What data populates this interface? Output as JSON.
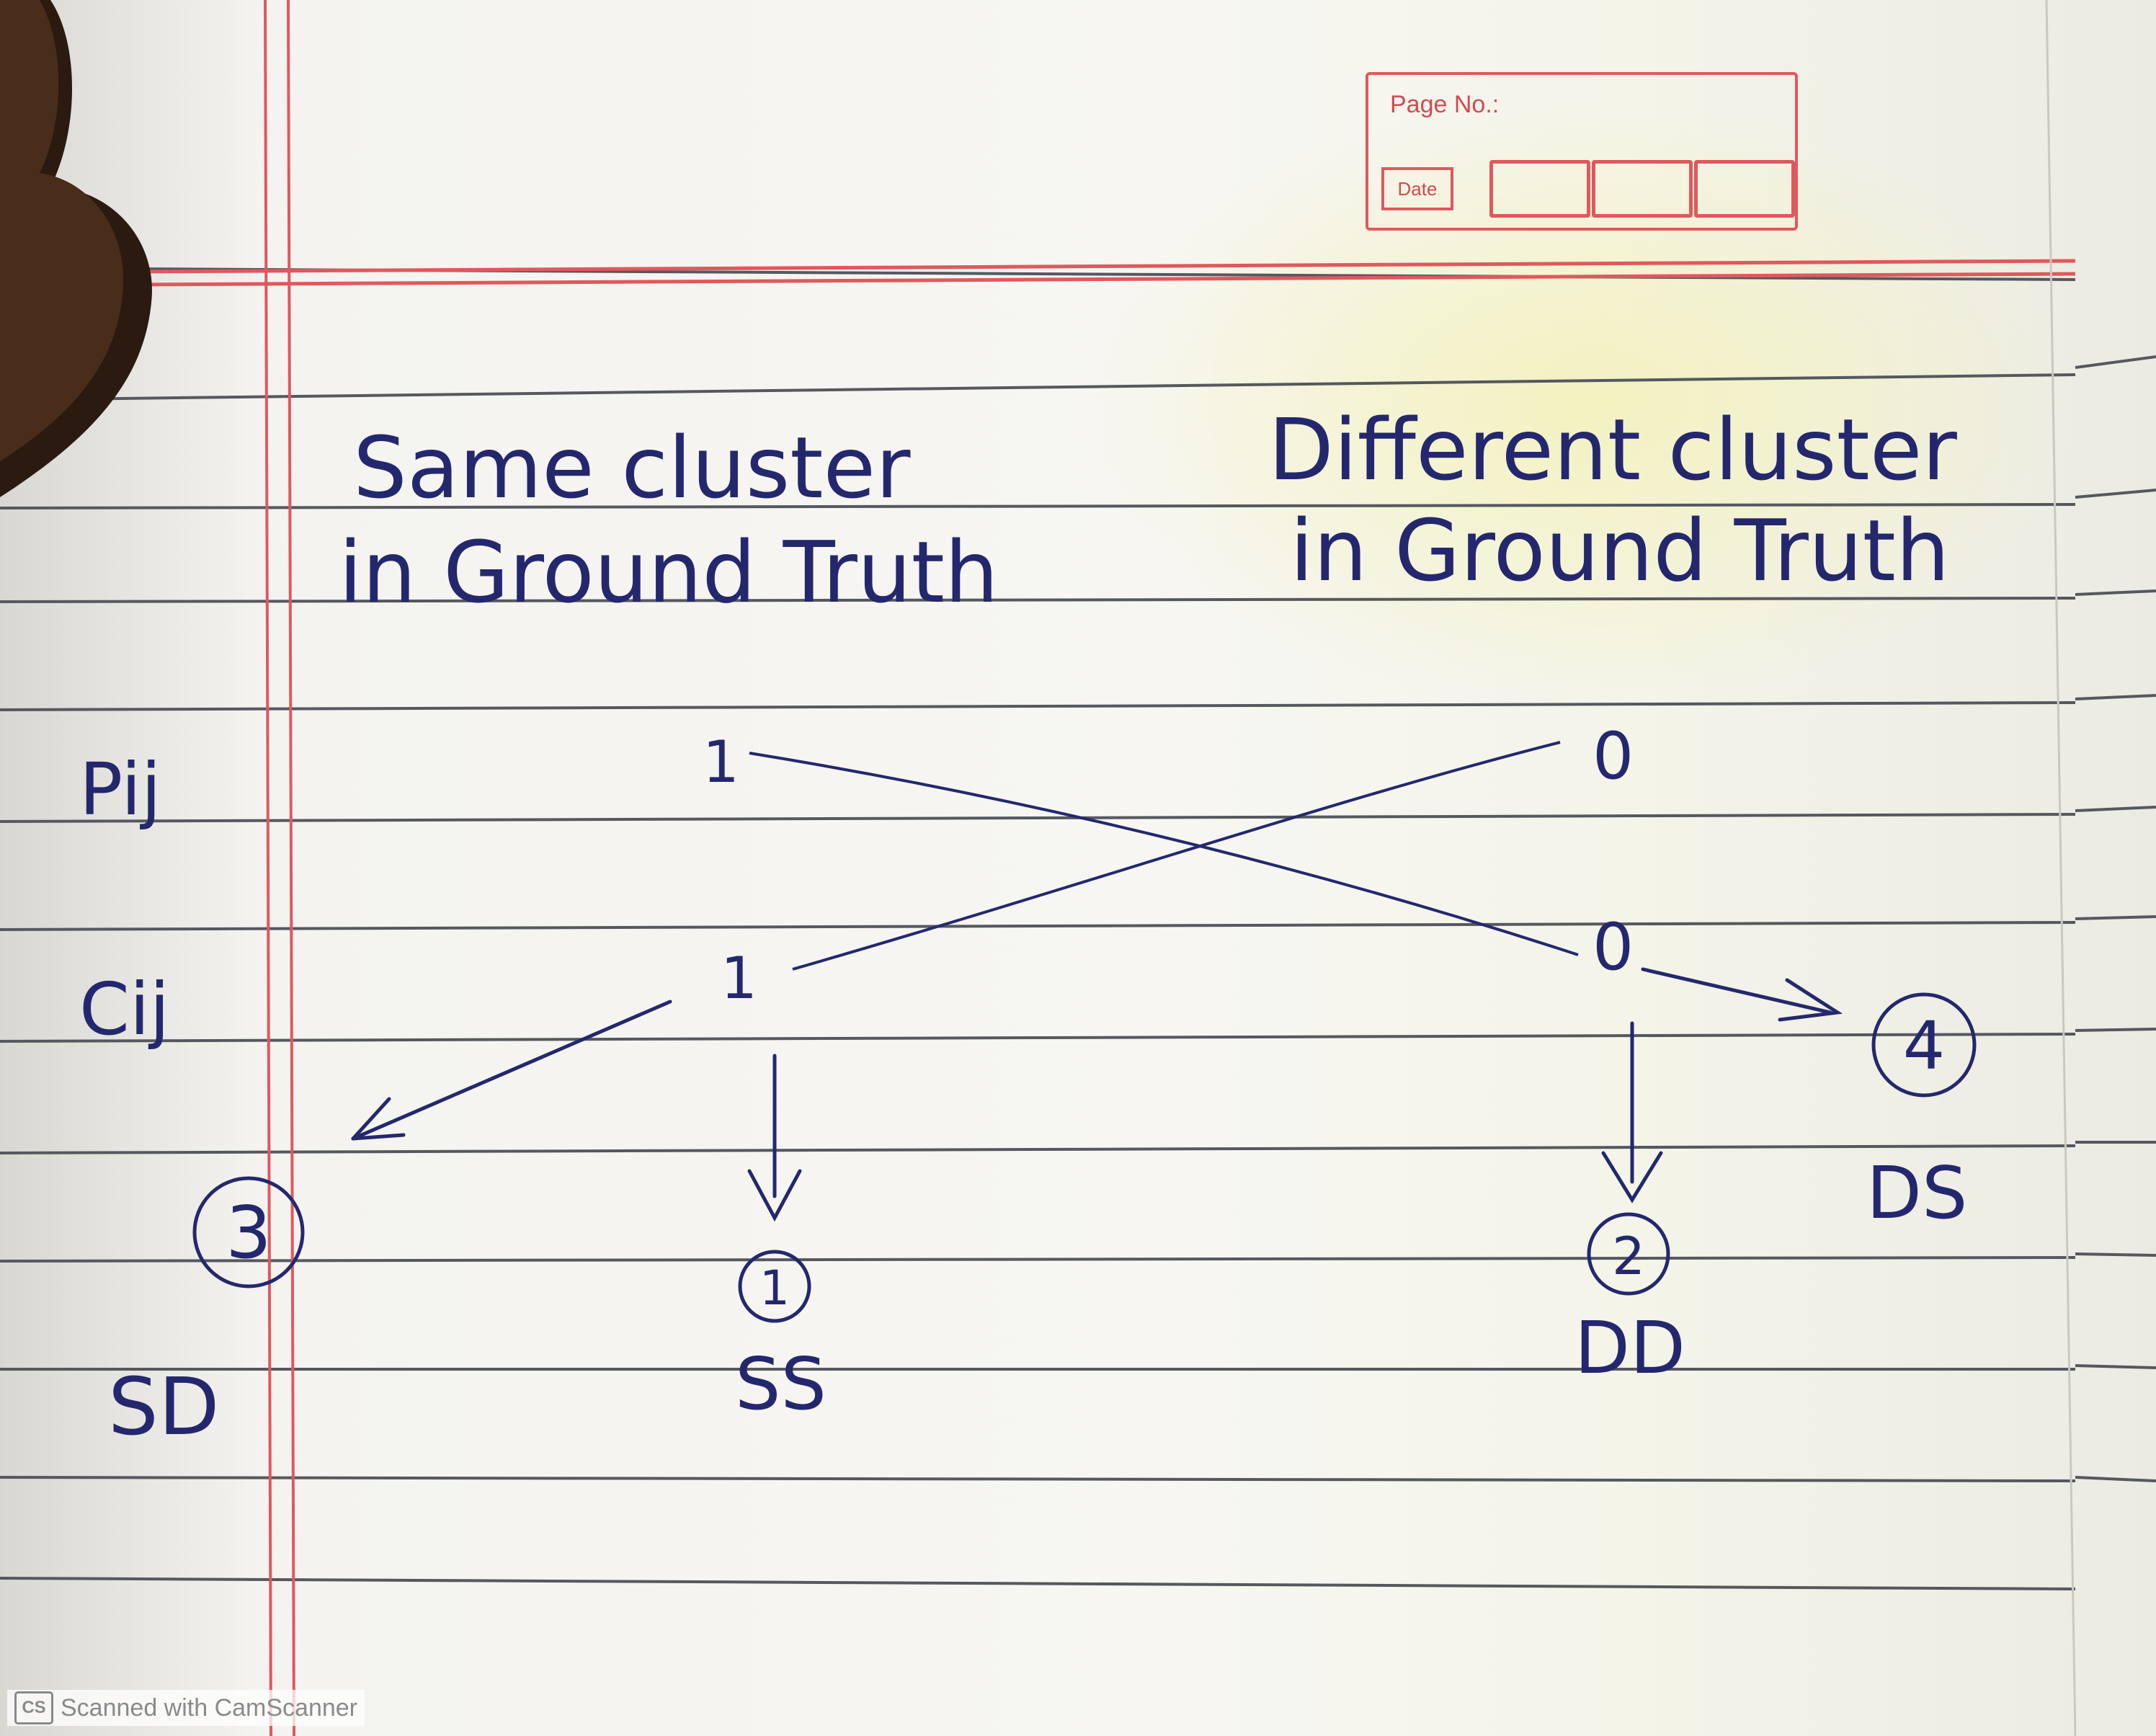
{
  "header": {
    "page_no_label": "Page No.:",
    "date_label": "Date"
  },
  "columns": {
    "left_heading_line1": "Same cluster",
    "left_heading_line2": "in Ground Truth",
    "right_heading_line1": "Different cluster",
    "right_heading_line2": "in Ground Truth"
  },
  "rows": {
    "p_label": "Pij",
    "c_label": "Cij"
  },
  "values": {
    "p_same": "1",
    "c_same": "1",
    "p_diff": "0",
    "c_diff": "0"
  },
  "outcomes": {
    "n1": "1",
    "n1_label": "SS",
    "n2": "2",
    "n2_label": "DD",
    "n3": "3",
    "n3_label": "SD",
    "n4": "4",
    "n4_label": "DS"
  },
  "watermark": {
    "logo": "CS",
    "text": "Scanned with CamScanner"
  }
}
